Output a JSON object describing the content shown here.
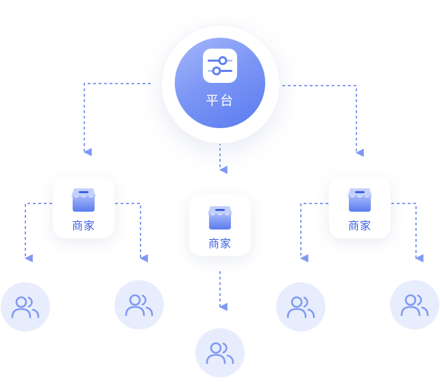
{
  "root": {
    "label": "平台",
    "icon": "sliders-icon"
  },
  "merchants": [
    {
      "label": "商家",
      "icon": "shop-icon"
    },
    {
      "label": "商家",
      "icon": "shop-icon"
    },
    {
      "label": "商家",
      "icon": "shop-icon"
    }
  ],
  "users": [
    {
      "icon": "users-icon"
    },
    {
      "icon": "users-icon"
    },
    {
      "icon": "users-icon"
    },
    {
      "icon": "users-icon"
    },
    {
      "icon": "users-icon"
    }
  ],
  "colors": {
    "accent": "#5a7bf0",
    "connector": "#7f99f2",
    "user_bg": "#e8edfd"
  }
}
